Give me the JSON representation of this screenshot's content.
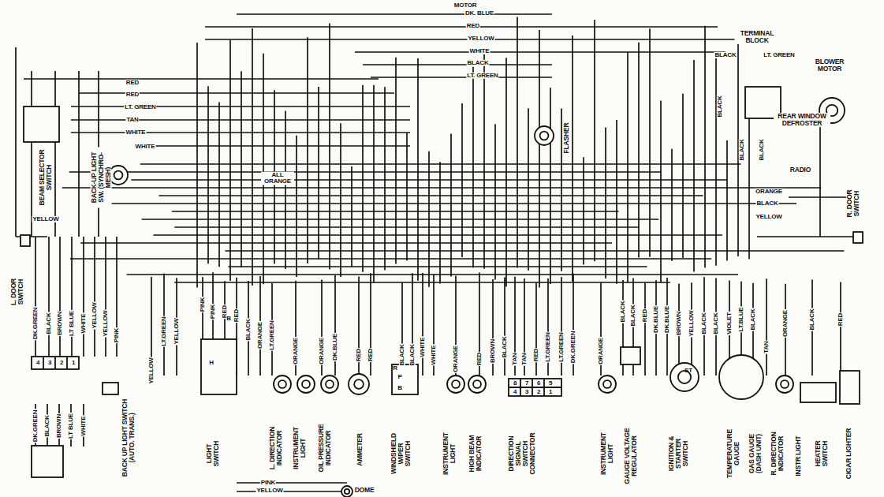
{
  "diagram": {
    "labels": [
      "MOTOR",
      "DK. BLUE",
      "RED",
      "YELLOW",
      "WHITE",
      "BLACK",
      "LT. GREEN",
      "TERMINAL BLOCK",
      "BLOWER MOTOR",
      "BLACK",
      "LT. GREEN",
      "REAR WINDOW DEFROSTER",
      "RADIO",
      "BLACK",
      "BLACK",
      "BLACK",
      "FLASHER",
      "RED",
      "RED",
      "LT. GREEN",
      "TAN",
      "WHITE",
      "WHITE",
      "BEAM SELECTOR SWITCH",
      "BACK-UP LIGHT SW. (SYNCHRO-MESH)",
      "ALL ORANGE",
      "ORANGE",
      "BLACK",
      "YELLOW",
      "R. DOOR SWITCH",
      "YELLOW",
      "L. DOOR SWITCH",
      "DK.GREEN",
      "BLACK",
      "BROWN",
      "LT BLUE",
      "WHITE",
      "YELLOW",
      "YELLOW",
      "PINK",
      "4",
      "3",
      "2",
      "1",
      "YELLOW",
      "LT.GREEN",
      "YELLOW",
      "PINK",
      "PINK",
      "RED",
      "RED",
      "BLACK",
      "ORANGE",
      "LT.GREEN",
      "ORANGE",
      "ORANGE",
      "DK.BLUE",
      "RED",
      "RED",
      "BLACK",
      "BLACK",
      "WHITE",
      "WHITE",
      "ORANGE",
      "RED",
      "BROWN",
      "BLACK",
      "TAN",
      "TAN",
      "RED",
      "LT.GREEN",
      "LT.GREEN",
      "DK.GREEN",
      "ORANGE",
      "BLACK",
      "BLACK",
      "RED",
      "DK.BLUE",
      "DK.BLUE",
      "BROWN",
      "YELLOW",
      "BLACK",
      "BLACK",
      "VIOLET",
      "LT.BLUE",
      "BLACK",
      "TAN",
      "ORANGE",
      "BLACK",
      "RED",
      "B",
      "H",
      "R",
      "P",
      "B",
      "8",
      "7",
      "6",
      "5",
      "4",
      "3",
      "2",
      "1",
      "ST",
      "BACK UP LIGHT SWITCH (AUTO. TRANS.)",
      "LIGHT SWITCH",
      "L. DIRECTION INDICATOR",
      "INSTRUMENT LIGHT",
      "OIL PRESSURE INDICATOR",
      "AMMETER",
      "WINDSHIELD WIPER SWITCH",
      "INSTRUMENT LIGHT",
      "HIGH BEAM INDICATOR",
      "DIRECTION SIGNAL SWITCH CONNECTOR",
      "INSTRUMENT LIGHT",
      "GAUGE VOLTAGE REGULATOR",
      "IGNITION & STARTER SWITCH",
      "TEMPERATURE GAUGE",
      "GAS GAUGE (DASH UNIT)",
      "R. DIRECTION INDICATOR",
      "INSTR LIGHT",
      "HEATER SWITCH",
      "CIGAR LIGHTER",
      "DK.GREEN",
      "BLACK",
      "BROWN",
      "LT BLUE",
      "WHITE",
      "PINK",
      "YELLOW",
      "DOME"
    ]
  }
}
